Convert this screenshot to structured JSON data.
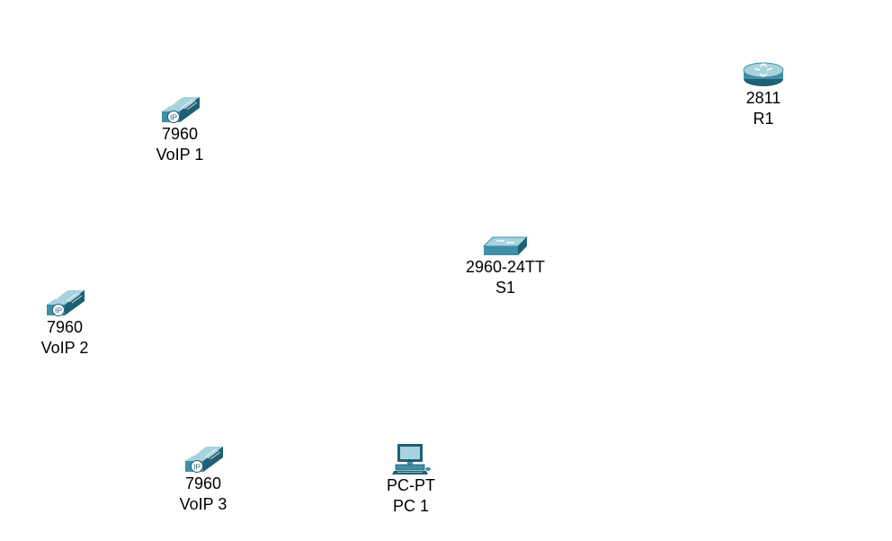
{
  "workspace": {
    "devices": [
      {
        "id": "r1",
        "icon": "router-icon",
        "model": "2811",
        "name": "R1"
      },
      {
        "id": "voip1",
        "icon": "ip-phone-icon",
        "model": "7960",
        "name": "VoIP 1"
      },
      {
        "id": "s1",
        "icon": "switch-icon",
        "model": "2960-24TT",
        "name": "S1"
      },
      {
        "id": "voip2",
        "icon": "ip-phone-icon",
        "model": "7960",
        "name": "VoIP 2"
      },
      {
        "id": "voip3",
        "icon": "ip-phone-icon",
        "model": "7960",
        "name": "VoIP 3"
      },
      {
        "id": "pc1",
        "icon": "pc-icon",
        "model": "PC-PT",
        "name": "PC 1"
      }
    ],
    "colors": {
      "device_body": "#3f8fa6",
      "device_dark": "#1f5f73",
      "device_light": "#a7d3df"
    }
  }
}
